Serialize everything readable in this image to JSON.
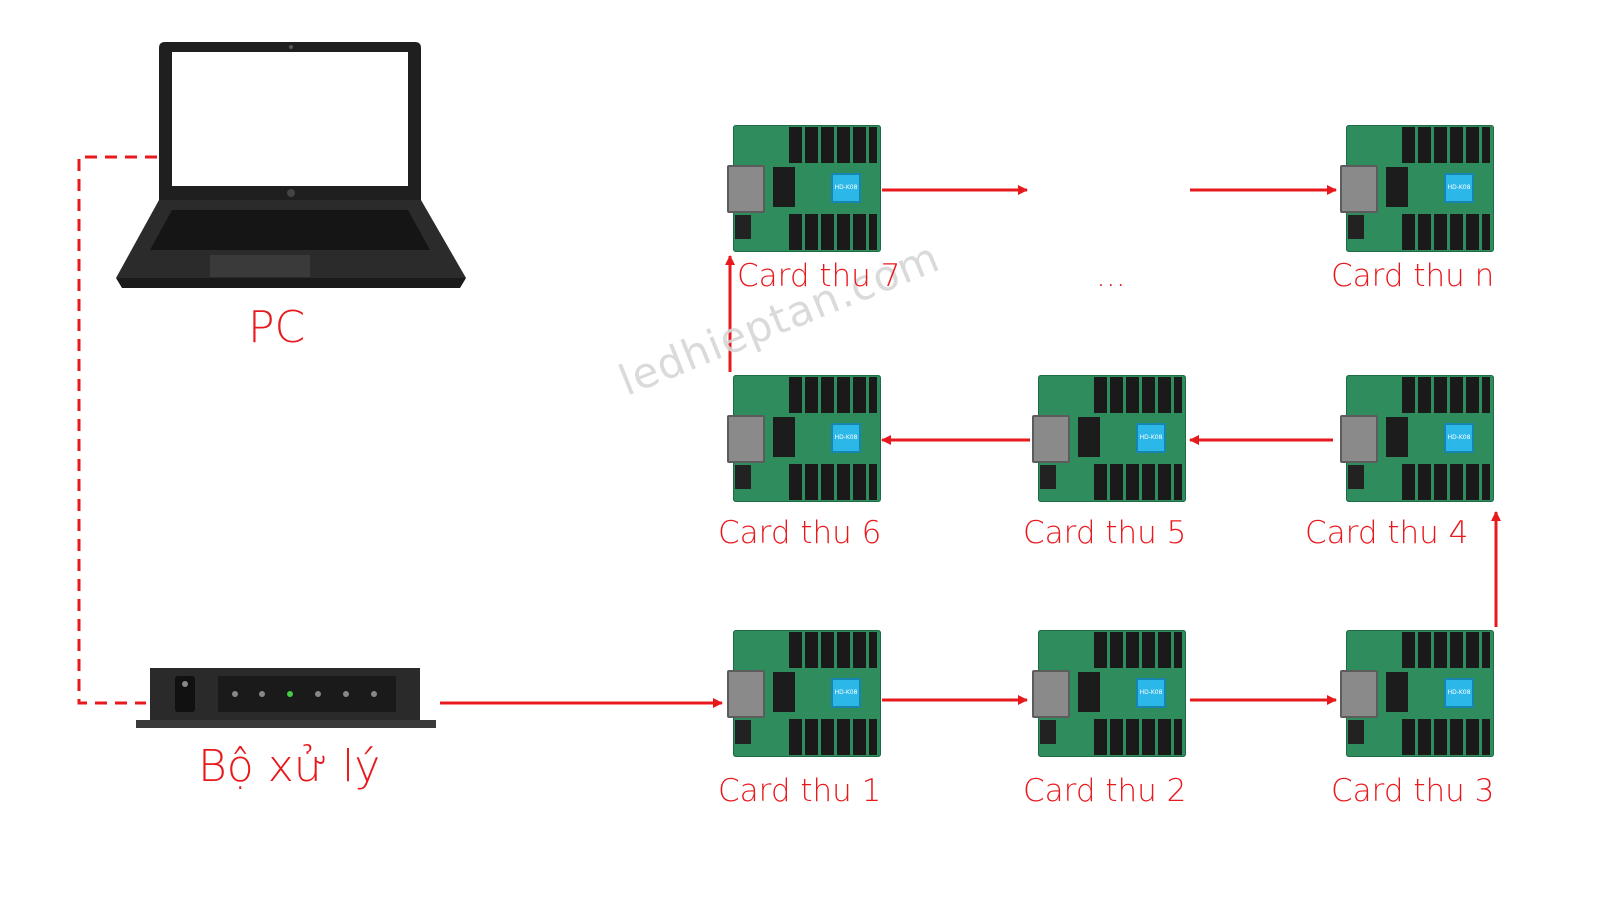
{
  "labels": {
    "pc": "PC",
    "processor": "Bộ xử lý",
    "ellipsis": "...",
    "watermark": "ledhieptan.com"
  },
  "cards": [
    {
      "label": "Card thu 1",
      "chip": "HD-K08"
    },
    {
      "label": "Card thu 2",
      "chip": "HD-K08"
    },
    {
      "label": "Card thu 3",
      "chip": "HD-K08"
    },
    {
      "label": "Card thu 4",
      "chip": "HD-K08"
    },
    {
      "label": "Card thu 5",
      "chip": "HD-K08"
    },
    {
      "label": "Card thu 6",
      "chip": "HD-K08"
    },
    {
      "label": "Card thu 7",
      "chip": "HD-K08"
    },
    {
      "label": "Card thu n",
      "chip": "HD-K08"
    }
  ],
  "colors": {
    "accent": "#e8191d",
    "board": "#2f8c5c",
    "chip": "#2bb7e8"
  }
}
